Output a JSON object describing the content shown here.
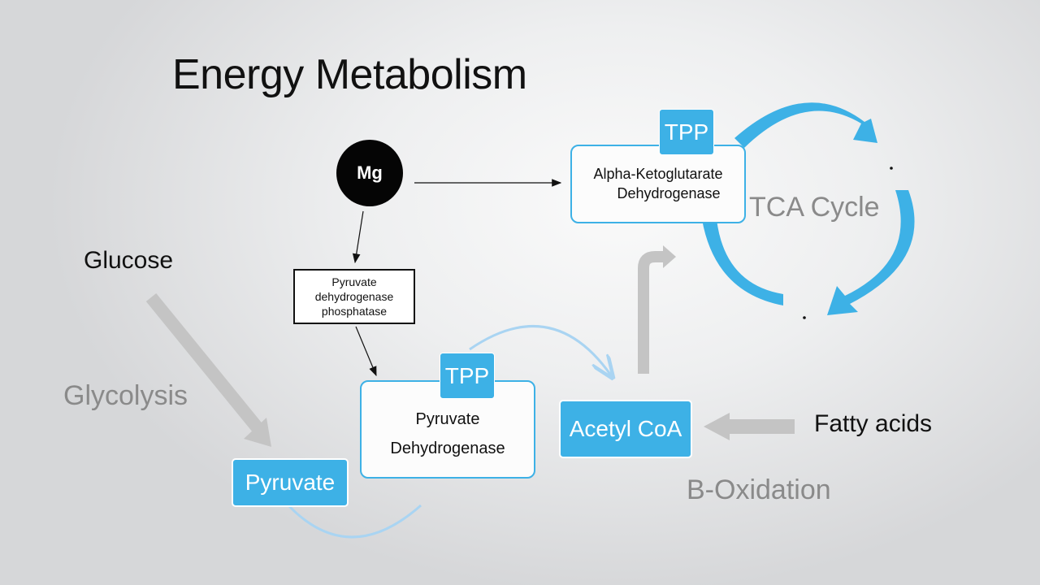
{
  "title": "Energy Metabolism",
  "colors": {
    "accent": "#3db1e6",
    "gray_arrow": "#c4c4c4",
    "gray_text": "#8a8a8a",
    "light_arc": "#a9d4f2"
  },
  "cofactor": {
    "label": "Mg"
  },
  "regulator": {
    "lines": [
      "Pyruvate",
      "dehydrogenase",
      "phosphatase"
    ]
  },
  "enzymes": {
    "akg": {
      "cofactor": "TPP",
      "lines": [
        "Alpha-Ketoglutarate",
        "Dehydrogenase"
      ]
    },
    "pdh": {
      "cofactor": "TPP",
      "lines": [
        "Pyruvate",
        "Dehydrogenase"
      ]
    }
  },
  "substrates": {
    "glucose": "Glucose",
    "fatty_acids": "Fatty acids"
  },
  "intermediates": {
    "pyruvate": "Pyruvate",
    "acetyl_coa": "Acetyl CoA"
  },
  "pathways": {
    "glycolysis": "Glycolysis",
    "tca": "TCA Cycle",
    "beta_oxidation": "B-Oxidation"
  }
}
